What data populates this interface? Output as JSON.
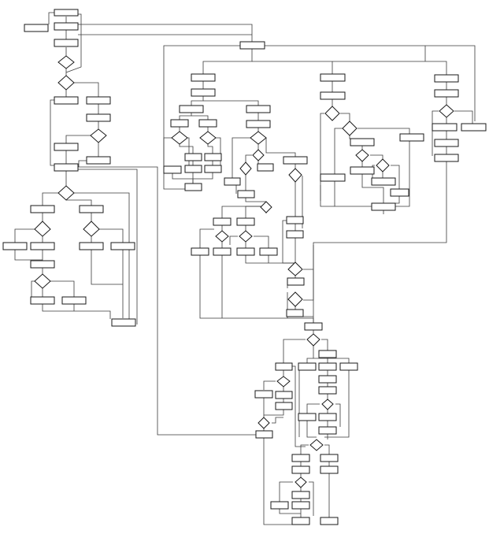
{
  "diagram": {
    "title": "",
    "type": "flowchart",
    "node_label_text": "",
    "style": {
      "stroke": "#1a1a1a",
      "edge": "#3a3a3a",
      "fill": "#ffffff",
      "background": "#ffffff"
    },
    "node_shapes": [
      "process-box",
      "decision-diamond"
    ],
    "labels_visible": false
  }
}
